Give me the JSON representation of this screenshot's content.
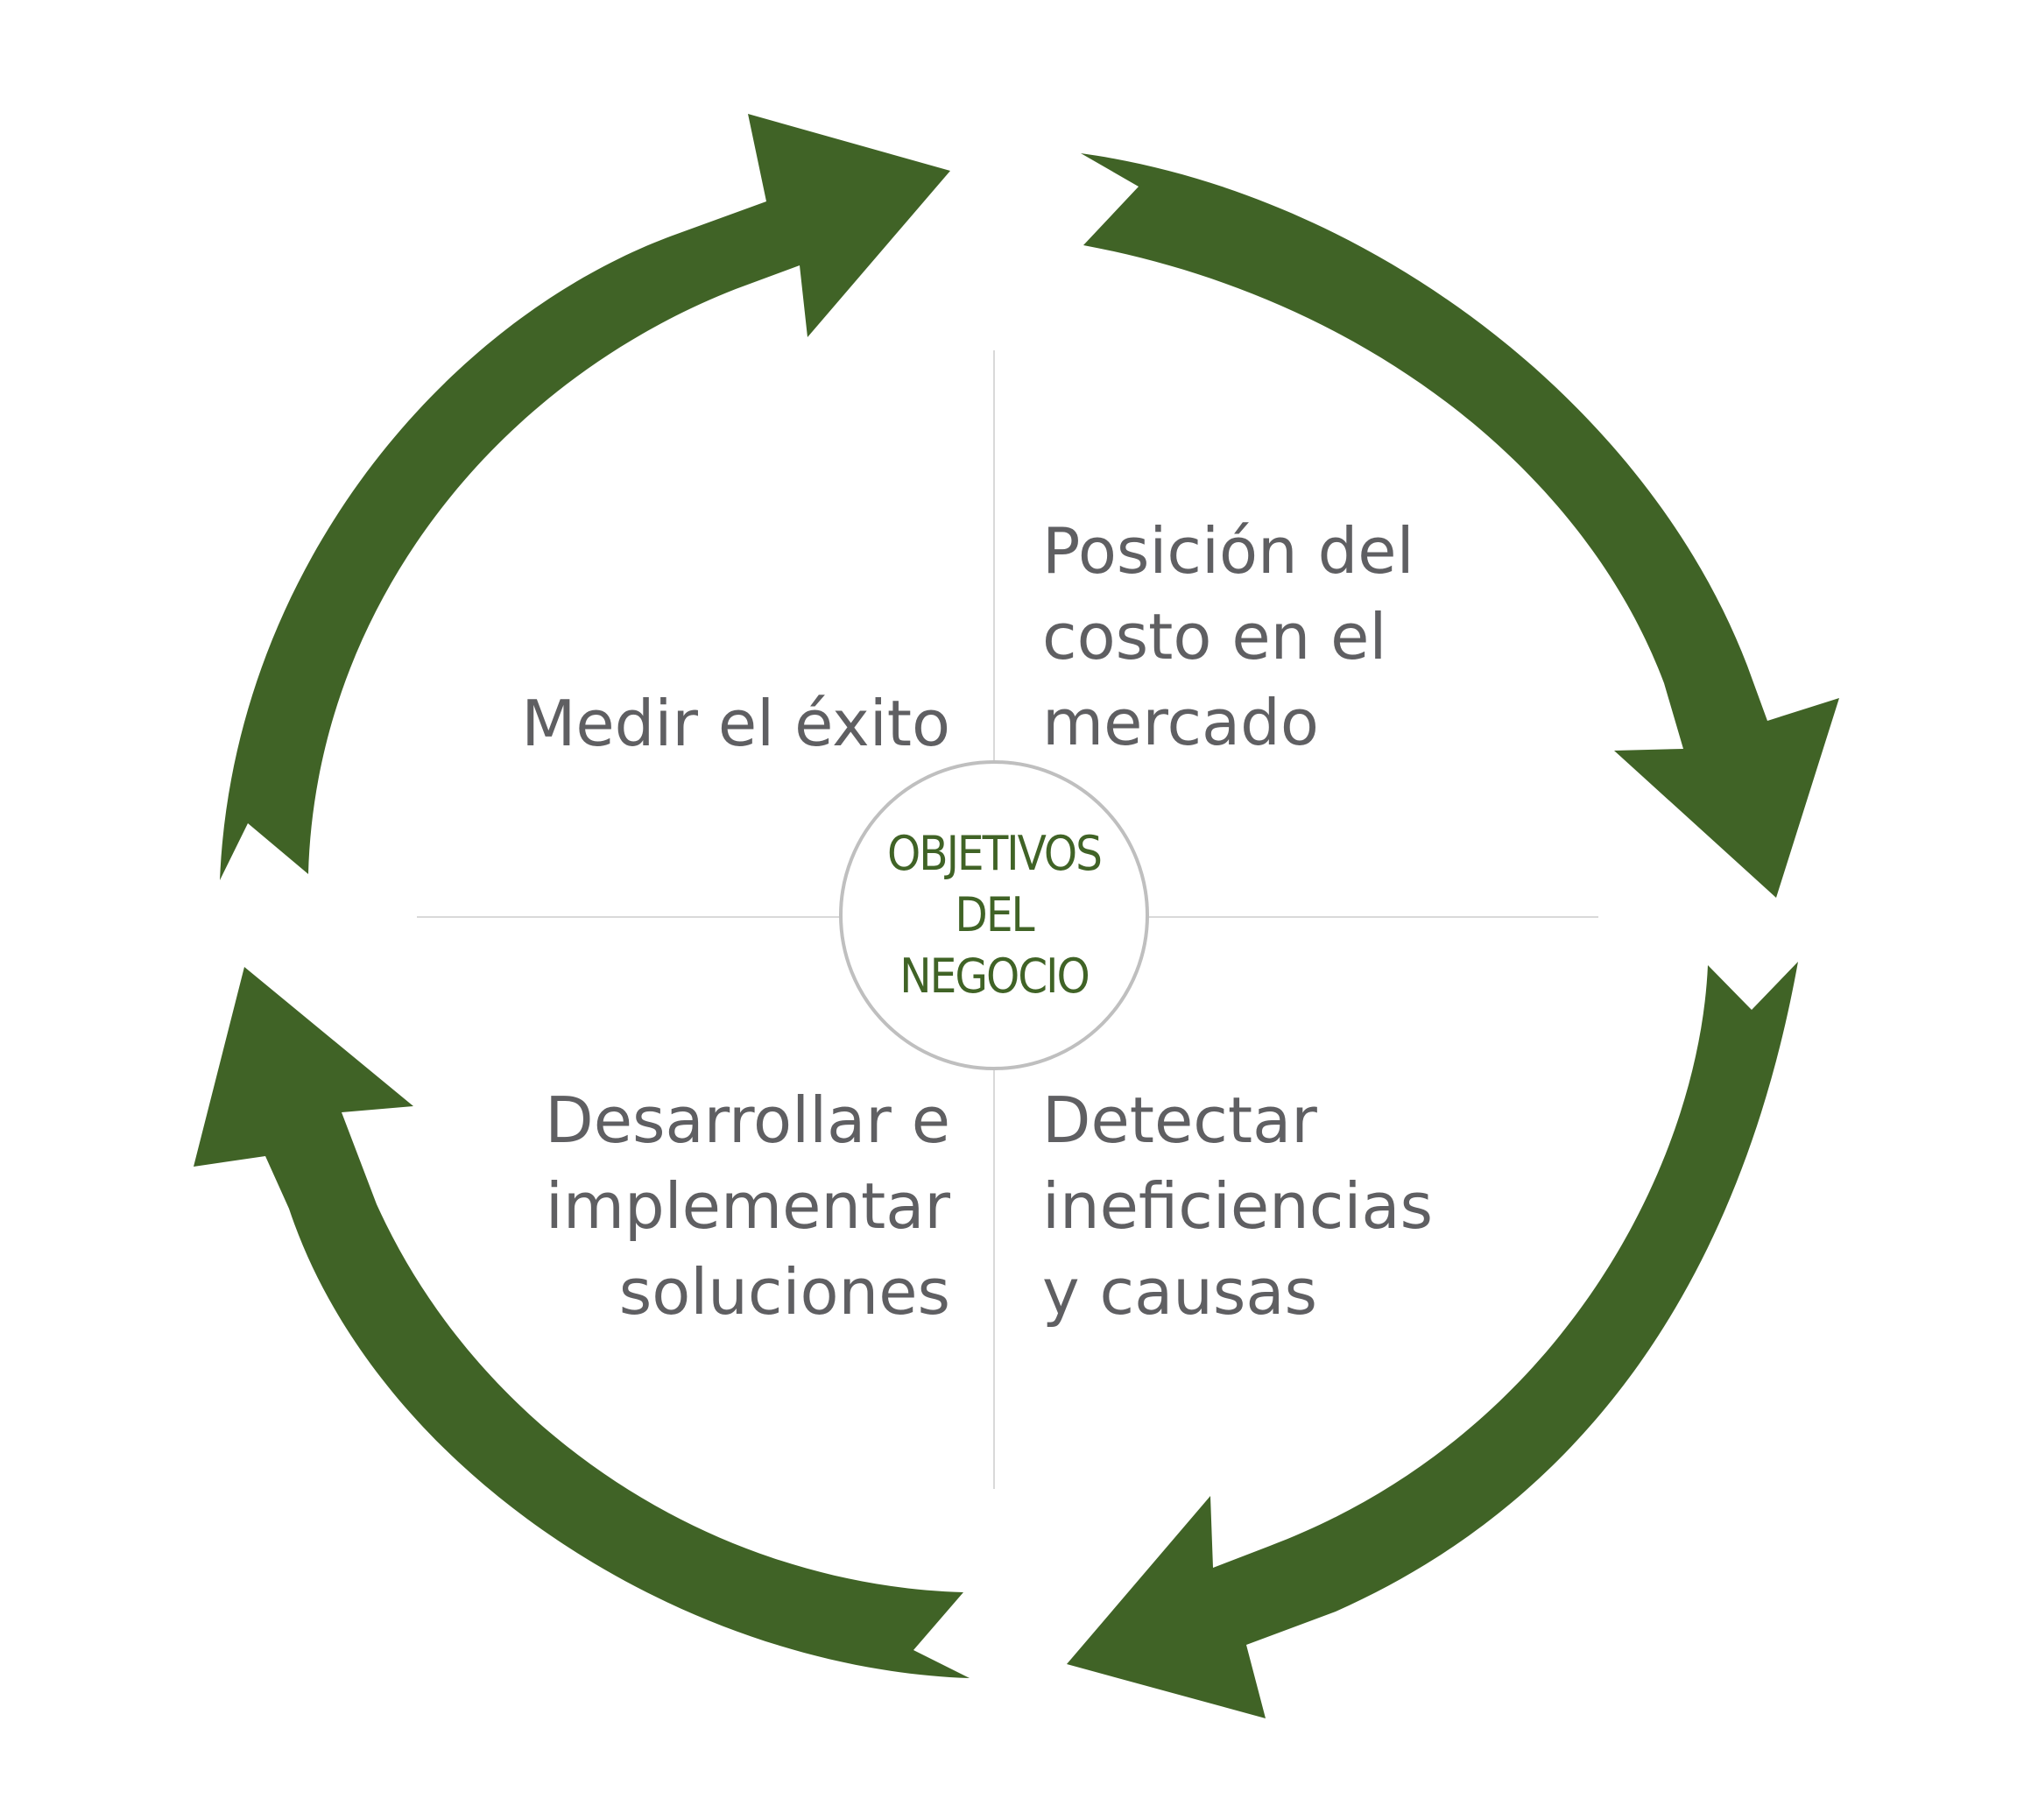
{
  "diagram": {
    "center": {
      "lines": [
        "OBJETIVOS",
        "DEL",
        "NEGOCIO"
      ]
    },
    "quadrants": {
      "top_left": {
        "lines": [
          "Medir el éxito"
        ]
      },
      "top_right": {
        "lines": [
          "Posición del",
          "costo en el",
          "mercado"
        ]
      },
      "bottom_right": {
        "lines": [
          "Detectar",
          "ineficiencias",
          "y causas"
        ]
      },
      "bottom_left": {
        "lines": [
          "Desarrollar e",
          "implementar",
          "soluciones"
        ]
      }
    },
    "colors": {
      "arrow": "#406326",
      "center_text": "#406326",
      "label_text": "#5f5f62",
      "divider": "#d9d9d9",
      "hub_border": "#bfbfbf"
    },
    "arrow_icons": [
      "arrow-top-right-icon",
      "arrow-bottom-right-icon",
      "arrow-bottom-left-icon",
      "arrow-top-left-icon"
    ]
  }
}
